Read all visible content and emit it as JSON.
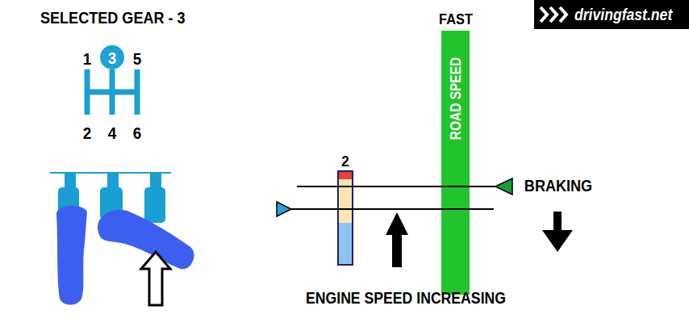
{
  "diagram": {
    "title": "SELECTED GEAR - 3",
    "nodes": [
      {
        "text": [
          "3"
        ]
      },
      {
        "text": [
          "drivingfast.net"
        ]
      },
      {
        "text": [
          "FAST",
          "ROAD SPEED"
        ]
      },
      {
        "text": [
          "2"
        ]
      }
    ],
    "labels": [
      "1",
      "5",
      "2",
      "4",
      "6",
      "BRAKING",
      "ENGINE SPEED INCREASING"
    ]
  }
}
